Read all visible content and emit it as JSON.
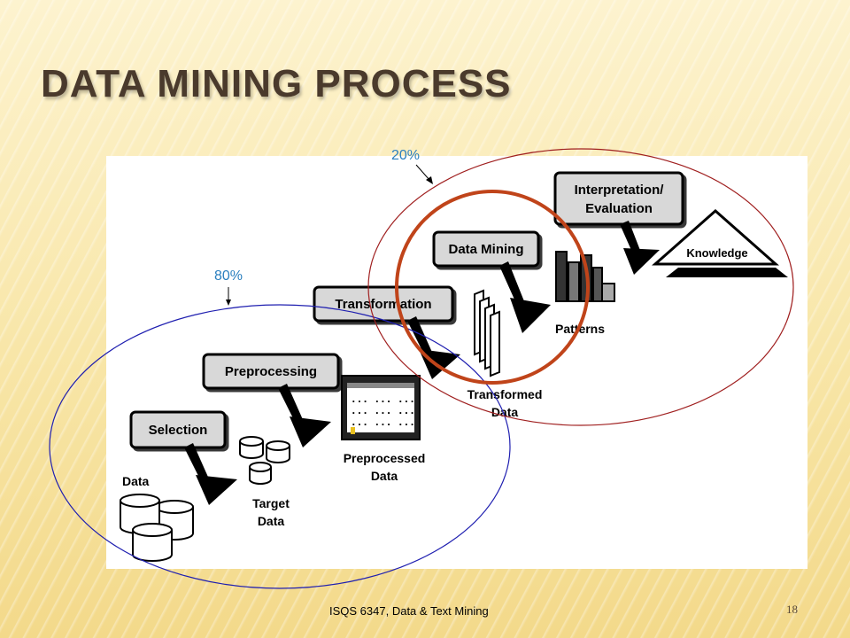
{
  "slide": {
    "title": "DATA MINING PROCESS",
    "footer": "ISQS 6347, Data & Text Mining",
    "page_number": "18"
  },
  "diagram": {
    "steps": {
      "selection": "Selection",
      "preprocessing": "Preprocessing",
      "transformation": "Transformation",
      "data_mining": "Data Mining",
      "interpretation_line1": "Interpretation/",
      "interpretation_line2": "Evaluation"
    },
    "artifacts": {
      "data": "Data",
      "target_line1": "Target",
      "target_line2": "Data",
      "preprocessed_line1": "Preprocessed",
      "preprocessed_line2": "Data",
      "transformed_line1": "Transformed",
      "transformed_line2": "Data",
      "patterns": "Patterns",
      "knowledge": "Knowledge"
    },
    "annotations": {
      "percent_80": "80%",
      "percent_20": "20%"
    },
    "colors": {
      "ellipse_blue": "#1f1fb0",
      "ellipse_red": "#a02020",
      "circle_orange": "#c0441a",
      "label_blue": "#2a7fbf",
      "box_fill": "#d8d8d8"
    }
  }
}
